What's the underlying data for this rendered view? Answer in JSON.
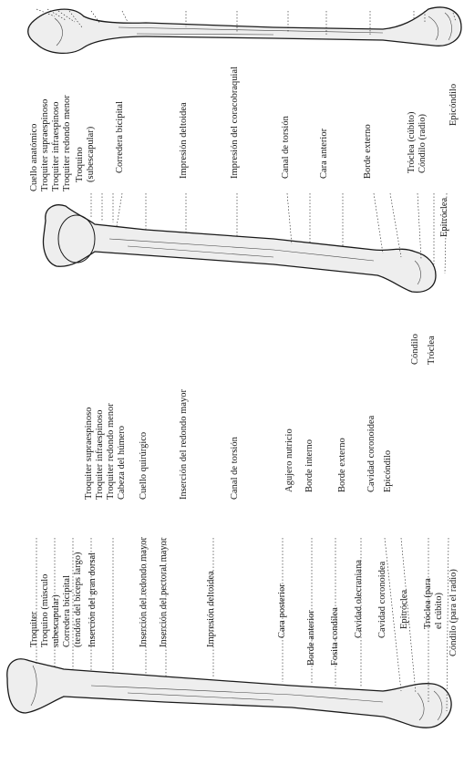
{
  "labels": {
    "anterior": [
      "Cuello anatómico",
      "Troquiter supraespinoso",
      "Troquiter infraespinoso",
      "Troquiter redondo menor",
      "Troquino",
      "(subescapular)",
      "Corredera bicipital",
      "Impresión deltoidea",
      "Impresión del coracobraquial",
      "Canal de torsión",
      "Cara anterior",
      "Borde externo",
      "Tróclea (cúbito)",
      "Cóndilo (radio)",
      "Epicóndilo"
    ],
    "medial": [
      "Troquiter supraespinoso",
      "Troquiter infraespinoso",
      "Troquiter redondo menor",
      "Cabeza del húmero",
      "Cuello quirúrgico",
      "Inserción del redondo mayor",
      "Canal de torsión",
      "Agujero nutricio",
      "Borde interno",
      "Borde externo",
      "Cavidad coronoidea",
      "Epicóndilo",
      "Cóndilo",
      "Tróclea",
      "Epitróclea"
    ],
    "posterior": [
      "Troquiter",
      "Troquino (músculo",
      "subescapular)",
      "Corredera bicipital",
      "(tendón del bíceps largo)",
      "Inserción del gran dorsal",
      "Inserción del redondo mayor",
      "Inserción del pectoral mayor",
      "Impresión deltoidea",
      "Cara posterior",
      "Borde anterior",
      "Fosita condílea",
      "Cavidad olecraniana",
      "Cavidad coronoidea",
      "Epitróclea",
      "Tróclea (para",
      "el cúbito)",
      "Cóndilo (para el radio)"
    ]
  }
}
